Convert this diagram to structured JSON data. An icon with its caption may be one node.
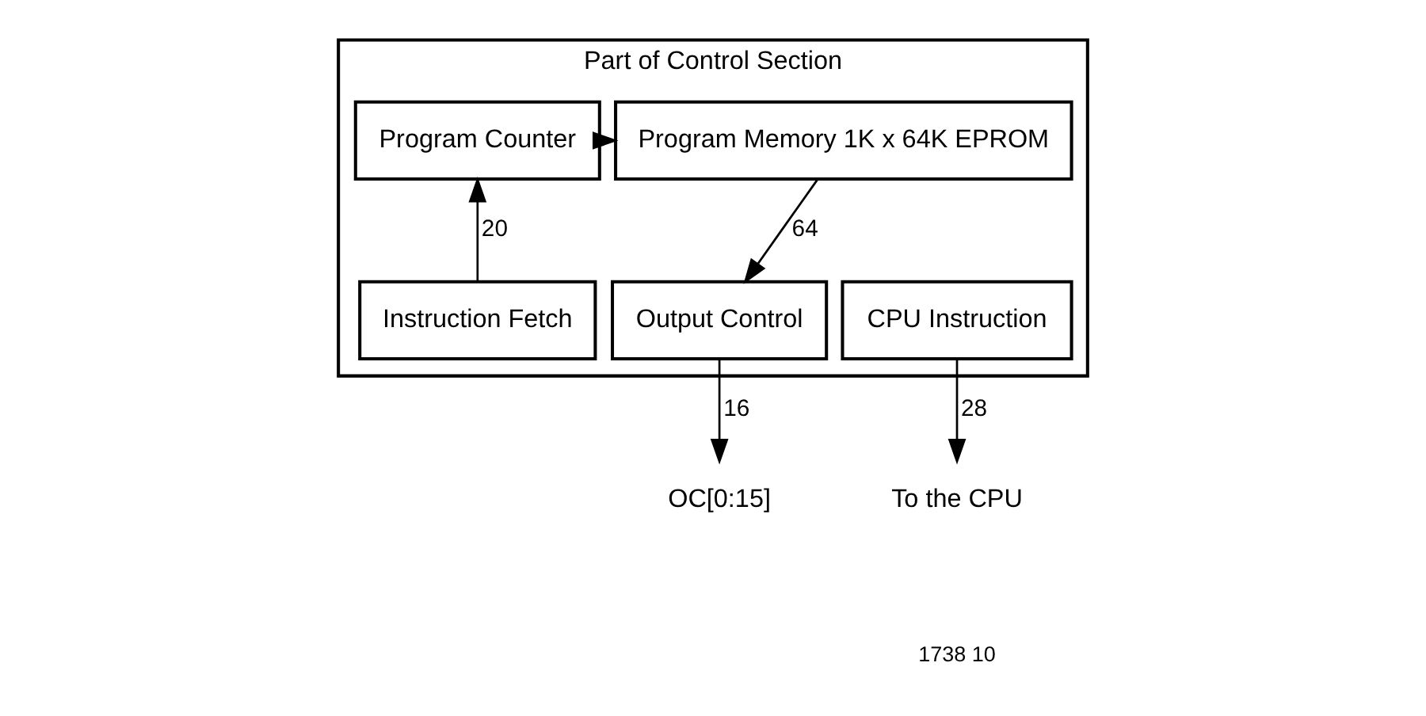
{
  "diagram": {
    "nodes": [
      {
        "text": [
          "Part of Control Section"
        ]
      },
      {
        "text": [
          "Program Counter"
        ],
        "in": 0
      },
      {
        "text": [
          "Program Memory 1K x 64K EPROM"
        ],
        "in": 0
      },
      {
        "text": [
          "Instruction Fetch"
        ],
        "in": 0
      },
      {
        "text": [
          "Output Control"
        ],
        "in": 0
      },
      {
        "text": [
          "CPU Instruction"
        ],
        "in": 0
      },
      {
        "text": [
          "OC[0:15]"
        ]
      },
      {
        "text": [
          "To the CPU"
        ]
      }
    ],
    "edges": [
      {
        "from": 1,
        "to": 2,
        "arrow": "to"
      },
      {
        "from": 2,
        "to": 4,
        "arrow": "to",
        "label": "64"
      },
      {
        "from": 3,
        "to": 1,
        "arrow": "to",
        "label": "20"
      },
      {
        "from": 4,
        "to": 6,
        "arrow": "to",
        "label": "16"
      },
      {
        "from": 5,
        "to": 7,
        "arrow": "to",
        "label": "28"
      }
    ],
    "labels": [
      "1738 10"
    ]
  }
}
